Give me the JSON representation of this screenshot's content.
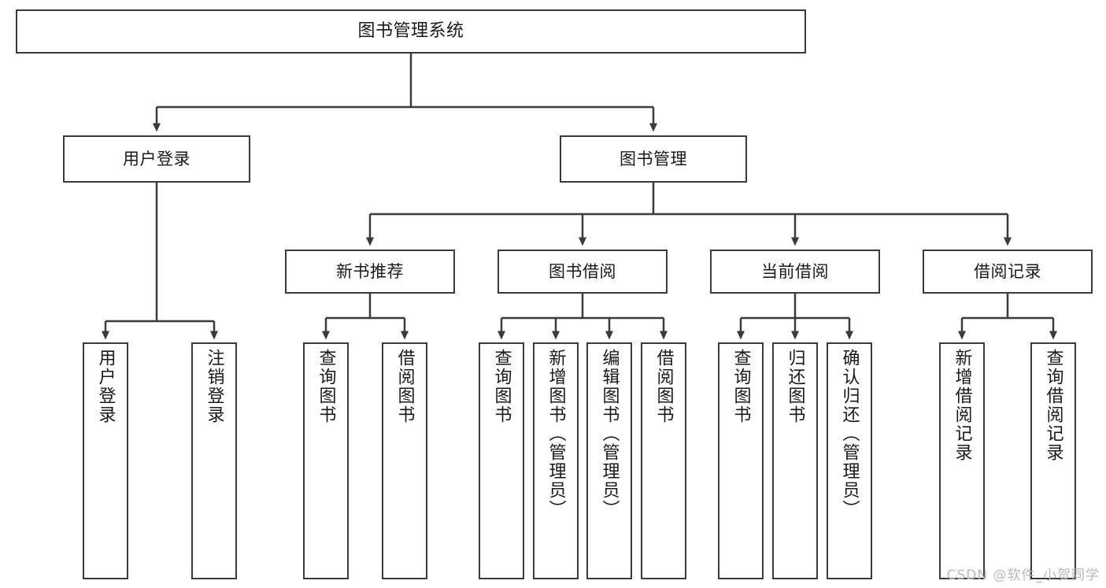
{
  "diagram": {
    "title": "图书管理系统",
    "type": "tree-hierarchy-chart",
    "root": {
      "label": "图书管理系统"
    },
    "level2": [
      {
        "label": "用户登录"
      },
      {
        "label": "图书管理"
      }
    ],
    "level3": [
      {
        "label": "新书推荐"
      },
      {
        "label": "图书借阅"
      },
      {
        "label": "当前借阅"
      },
      {
        "label": "借阅记录"
      }
    ],
    "leaves": {
      "user_login": [
        {
          "label": "用户登录"
        },
        {
          "label": "注销登录"
        }
      ],
      "new_book_recommend": [
        {
          "label": "查询图书"
        },
        {
          "label": "借阅图书"
        }
      ],
      "book_borrow": [
        {
          "label": "查询图书"
        },
        {
          "label": "新增图书（管理员）"
        },
        {
          "label": "编辑图书（管理员）"
        },
        {
          "label": "借阅图书"
        }
      ],
      "current_borrow": [
        {
          "label": "查询图书"
        },
        {
          "label": "归还图书"
        },
        {
          "label": "确认归还（管理员）"
        }
      ],
      "borrow_record": [
        {
          "label": "新增借阅记录"
        },
        {
          "label": "查询借阅记录"
        }
      ]
    },
    "watermark": "CSDN @软件_小贺同学",
    "colors": {
      "stroke": "#3b3b3b",
      "text": "#1a1a1a",
      "background": "#ffffff",
      "watermark": "#b9b9b9"
    }
  }
}
